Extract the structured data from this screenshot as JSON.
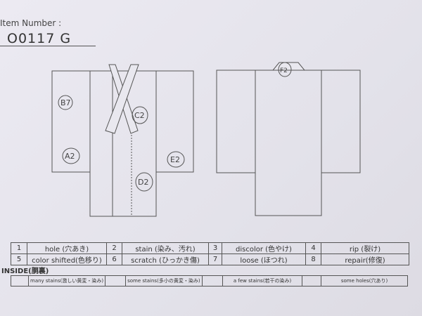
{
  "item": {
    "label": "Item Number :",
    "value": "O0117   G"
  },
  "front_marks": [
    "B7",
    "C2",
    "A2",
    "E2",
    "D2"
  ],
  "back_marks": [
    "F2"
  ],
  "legend": [
    [
      {
        "num": "1",
        "label": "hole (穴あき)"
      },
      {
        "num": "2",
        "label": "stain (染み、汚れ)"
      },
      {
        "num": "3",
        "label": "discolor (色やけ)"
      },
      {
        "num": "4",
        "label": "rip (裂け)"
      }
    ],
    [
      {
        "num": "5",
        "label": "color shifted(色移り)"
      },
      {
        "num": "6",
        "label": "scratch (ひっかき傷)"
      },
      {
        "num": "7",
        "label": "loose (ほつれ)"
      },
      {
        "num": "8",
        "label": "repair(修復)"
      }
    ]
  ],
  "inside": {
    "title": "INSIDE(胴裏)",
    "options": [
      "many stains(激しい黄変・染み)",
      "some stains(多小の黄変・染み)",
      "a few stains(若干の染み)",
      "some holes(穴あり)"
    ]
  }
}
